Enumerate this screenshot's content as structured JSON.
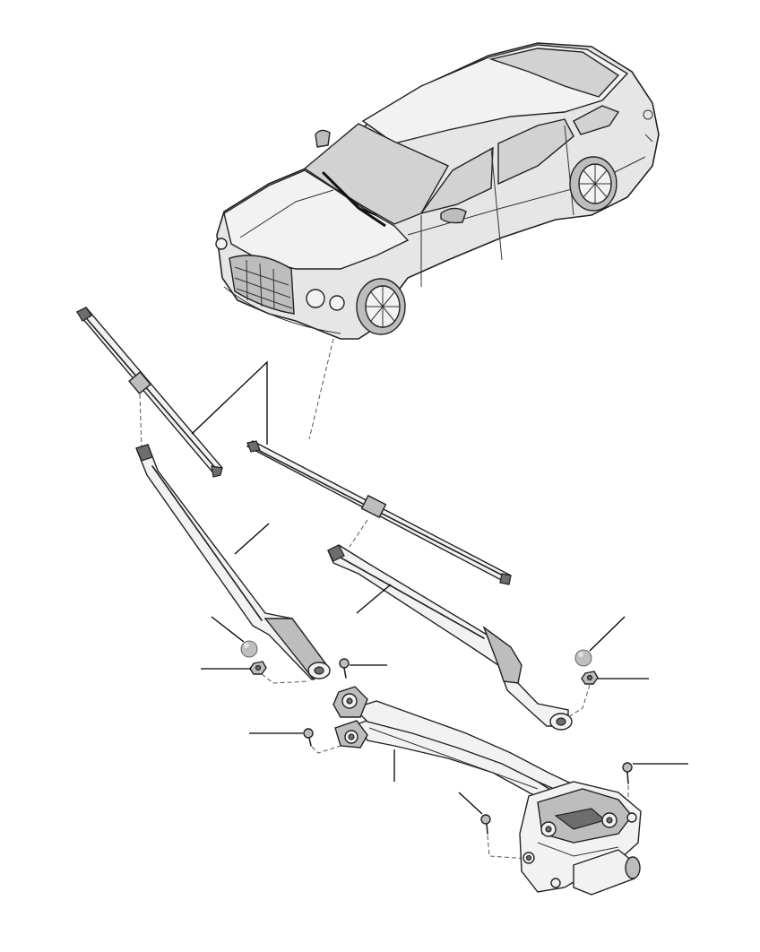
{
  "diagram": {
    "type": "exploded-parts-illustration",
    "parts": [
      {
        "name": "vehicle",
        "icon": "car-icon"
      },
      {
        "name": "wiper-blade-driver",
        "icon": "wiper-blade-icon"
      },
      {
        "name": "wiper-blade-passenger",
        "icon": "wiper-blade-icon"
      },
      {
        "name": "wiper-arm-driver",
        "icon": "wiper-arm-icon"
      },
      {
        "name": "wiper-arm-passenger",
        "icon": "wiper-arm-icon"
      },
      {
        "name": "arm-cap",
        "icon": "cap-icon"
      },
      {
        "name": "arm-nut",
        "icon": "nut-icon"
      },
      {
        "name": "bolt",
        "icon": "bolt-icon"
      },
      {
        "name": "wiper-linkage",
        "icon": "linkage-icon"
      },
      {
        "name": "wiper-motor",
        "icon": "motor-icon"
      }
    ],
    "colors": {
      "line": "#222222",
      "shade_light": "#e6e6e6",
      "shade_mid": "#bdbdbd",
      "shade_dark": "#6d6d6d"
    }
  }
}
